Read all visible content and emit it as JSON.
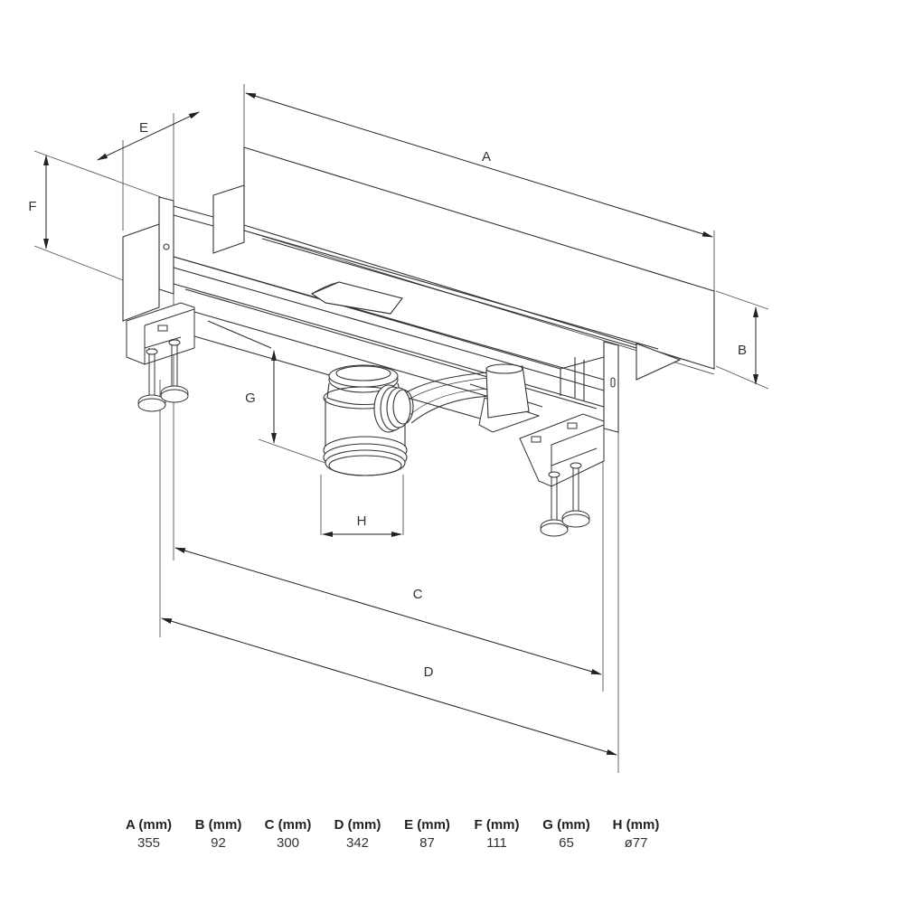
{
  "dimension_labels": {
    "a": "A",
    "b": "B",
    "c": "C",
    "d": "D",
    "e": "E",
    "f": "F",
    "g": "G",
    "h": "H"
  },
  "specs": [
    {
      "header": "A (mm)",
      "value": "355"
    },
    {
      "header": "B (mm)",
      "value": "92"
    },
    {
      "header": "C (mm)",
      "value": "300"
    },
    {
      "header": "D (mm)",
      "value": "342"
    },
    {
      "header": "E (mm)",
      "value": "87"
    },
    {
      "header": "F (mm)",
      "value": "111"
    },
    {
      "header": "G (mm)",
      "value": "65"
    },
    {
      "header": "H (mm)",
      "value": "ø77"
    }
  ]
}
